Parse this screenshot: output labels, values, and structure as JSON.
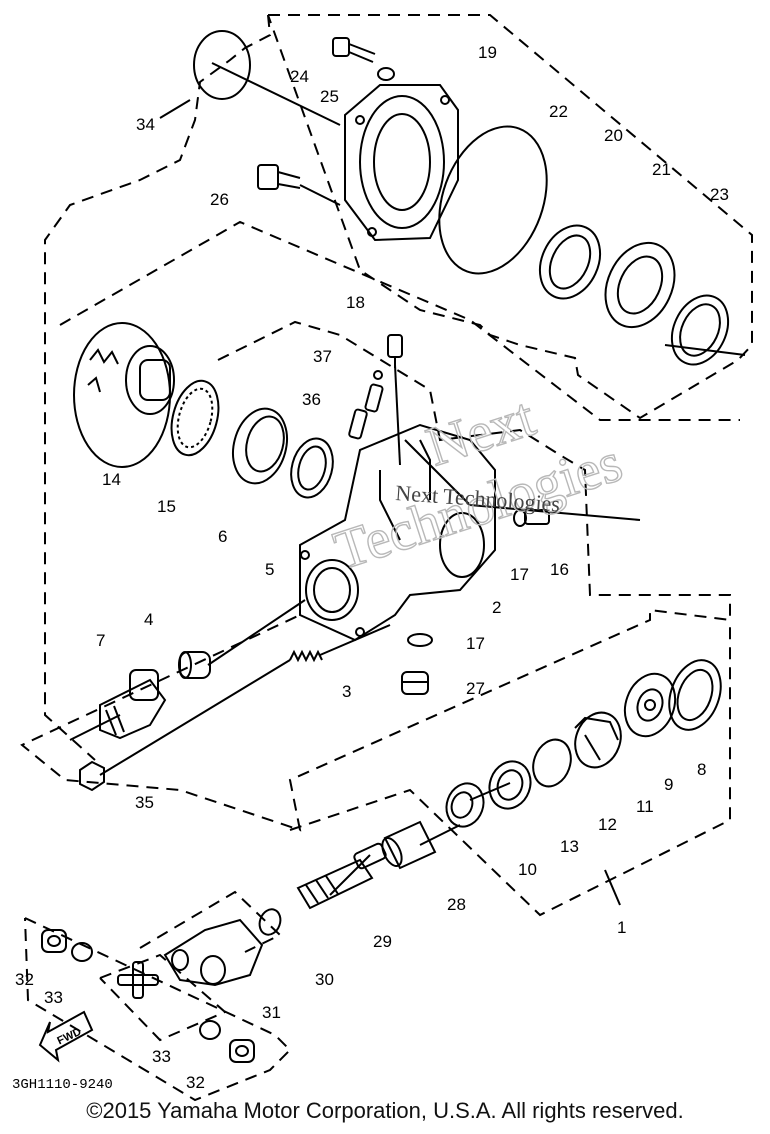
{
  "diagram": {
    "part_callouts": [
      {
        "id": "c1",
        "label": "1"
      },
      {
        "id": "c2",
        "label": "2"
      },
      {
        "id": "c3",
        "label": "3"
      },
      {
        "id": "c4",
        "label": "4"
      },
      {
        "id": "c5",
        "label": "5"
      },
      {
        "id": "c6",
        "label": "6"
      },
      {
        "id": "c7",
        "label": "7"
      },
      {
        "id": "c8",
        "label": "8"
      },
      {
        "id": "c9",
        "label": "9"
      },
      {
        "id": "c10",
        "label": "10"
      },
      {
        "id": "c11",
        "label": "11"
      },
      {
        "id": "c12",
        "label": "12"
      },
      {
        "id": "c13",
        "label": "13"
      },
      {
        "id": "c14",
        "label": "14"
      },
      {
        "id": "c15",
        "label": "15"
      },
      {
        "id": "c16",
        "label": "16"
      },
      {
        "id": "c17a",
        "label": "17"
      },
      {
        "id": "c17b",
        "label": "17"
      },
      {
        "id": "c18",
        "label": "18"
      },
      {
        "id": "c19",
        "label": "19"
      },
      {
        "id": "c20",
        "label": "20"
      },
      {
        "id": "c21",
        "label": "21"
      },
      {
        "id": "c22",
        "label": "22"
      },
      {
        "id": "c23",
        "label": "23"
      },
      {
        "id": "c24",
        "label": "24"
      },
      {
        "id": "c25",
        "label": "25"
      },
      {
        "id": "c26",
        "label": "26"
      },
      {
        "id": "c27",
        "label": "27"
      },
      {
        "id": "c28",
        "label": "28"
      },
      {
        "id": "c29",
        "label": "29"
      },
      {
        "id": "c30",
        "label": "30"
      },
      {
        "id": "c31",
        "label": "31"
      },
      {
        "id": "c32a",
        "label": "32"
      },
      {
        "id": "c32b",
        "label": "32"
      },
      {
        "id": "c33a",
        "label": "33"
      },
      {
        "id": "c33b",
        "label": "33"
      },
      {
        "id": "c34",
        "label": "34"
      },
      {
        "id": "c35",
        "label": "35"
      },
      {
        "id": "c36",
        "label": "36"
      },
      {
        "id": "c37",
        "label": "37"
      }
    ],
    "fwd_arrow_label": "FWD",
    "diagram_code": "3GH1110-9240"
  },
  "watermark": {
    "line1": "Next",
    "line2": "Technologies",
    "overlay": "Next Technologies"
  },
  "footer": {
    "copyright": "©2015 Yamaha Motor Corporation, U.S.A. All rights reserved."
  },
  "colors": {
    "line": "#000000",
    "watermark": "#b8b8b8",
    "background": "#ffffff"
  }
}
